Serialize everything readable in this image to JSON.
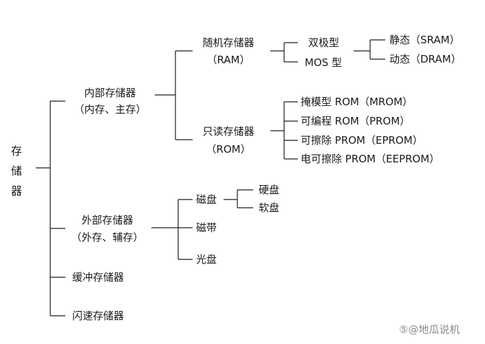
{
  "root": "存储器",
  "internal": {
    "title": "内部存储器",
    "subtitle": "（内存、主存）"
  },
  "ram": {
    "title": "随机存储器",
    "subtitle": "（RAM）",
    "bipolar": "双极型",
    "mos": "MOS 型",
    "static": "静态（SRAM）",
    "dynamic": "动态（DRAM）"
  },
  "rom": {
    "title": "只读存储器",
    "subtitle": "（ROM）",
    "mrom": "掩模型 ROM（MROM）",
    "prom": "可编程 ROM（PROM）",
    "eprom": "可擦除 PROM（EPROM）",
    "eeprom": "电可擦除 PROM（EEPROM）"
  },
  "external": {
    "title": "外部存储器",
    "subtitle": "（外存、辅存）",
    "disk": "磁盘",
    "hard_disk": "硬盘",
    "floppy_disk": "软盘",
    "tape": "磁带",
    "optical_disk": "光盘"
  },
  "buffer": "缓冲存储器",
  "flash": "闪速存储器",
  "watermark": "⑤@地瓜说机",
  "colors": {
    "line": "#1a1a1a",
    "text": "#1a1a1a",
    "watermark": "#8a8a8a"
  }
}
